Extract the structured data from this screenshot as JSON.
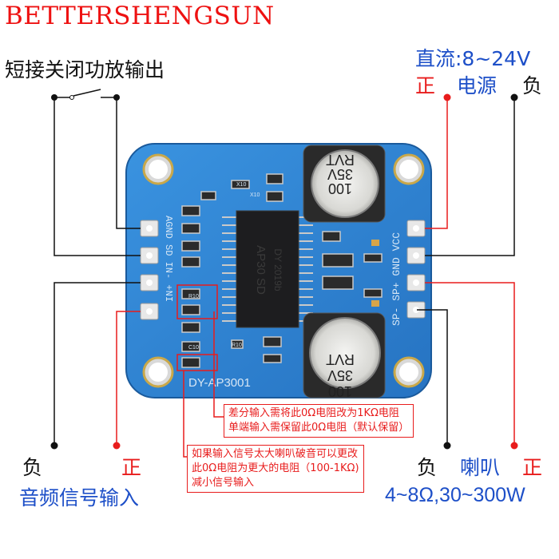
{
  "brand": "BETTERSHENGSUN",
  "switch_caption": "短接关闭功放输出",
  "power": {
    "spec": "直流:8~24V",
    "positive": "正",
    "label": "电源",
    "negative": "负"
  },
  "input": {
    "negative": "负",
    "positive": "正",
    "label": "音频信号输入"
  },
  "speaker": {
    "negative": "负",
    "label": "喇叭",
    "positive": "正",
    "spec": "4~8Ω,30~300W"
  },
  "notes": {
    "differential": [
      "差分输入需将此0Ω电阻改为1KΩ电阻",
      "单端输入需保留此0Ω电阻（默认保留）"
    ],
    "overdrive": [
      "如果输入信号太大喇叭破音可以更改",
      "此0Ω电阻为更大的电阻（100-1KΩ)",
      "减小信号输入"
    ]
  },
  "board": {
    "model": "DY-AP3001",
    "left_pins": [
      "AGND",
      "SD",
      "IN-",
      "+NI"
    ],
    "right_pins": "SP- SP+ GND VCC",
    "chip_text": [
      "AP30 SD",
      "DY 2019b"
    ],
    "capacitor_text": [
      "100",
      "35V",
      "RVT"
    ],
    "small_labels": [
      "X10",
      "X10",
      "R10",
      "C10",
      "R10"
    ]
  },
  "colors": {
    "pcb": "#2d84d6",
    "pcb_dark": "#1d5fa6",
    "accent_red": "#e81c1c",
    "label_blue": "#1d4fc8"
  }
}
